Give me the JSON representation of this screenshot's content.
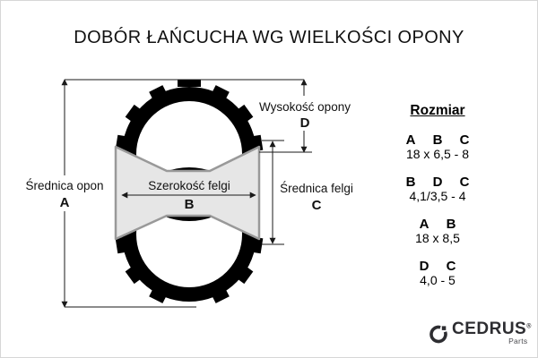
{
  "title": "DOBÓR ŁAŃCUCHA WG WIELKOŚCI OPONY",
  "diagram": {
    "labels": {
      "tire_diameter": {
        "text": "Średnica opon",
        "letter": "A"
      },
      "tire_height": {
        "text": "Wysokość opony",
        "letter": "D"
      },
      "rim_width": {
        "text": "Szerokość felgi",
        "letter": "B"
      },
      "rim_diameter": {
        "text": "Średnica felgi",
        "letter": "C"
      }
    },
    "colors": {
      "tire": "#000000",
      "rim_fill": "#e6e6e6",
      "rim_stroke": "#999999",
      "dimension_line": "#1a1a1a"
    }
  },
  "sizes": {
    "heading": "Rozmiar",
    "rows": [
      {
        "letters": [
          "A",
          "B",
          "C"
        ],
        "value": "18 x 6,5 - 8"
      },
      {
        "letters": [
          "B",
          "D",
          "C"
        ],
        "value": "4,1/3,5 - 4"
      },
      {
        "letters": [
          "A",
          "B"
        ],
        "value": "18 x 8,5"
      },
      {
        "letters": [
          "D",
          "C"
        ],
        "value": "4,0 - 5"
      }
    ]
  },
  "logo": {
    "brand": "CEDRUS",
    "registered": "®",
    "sub": "Parts",
    "color": "#2d2d31"
  }
}
